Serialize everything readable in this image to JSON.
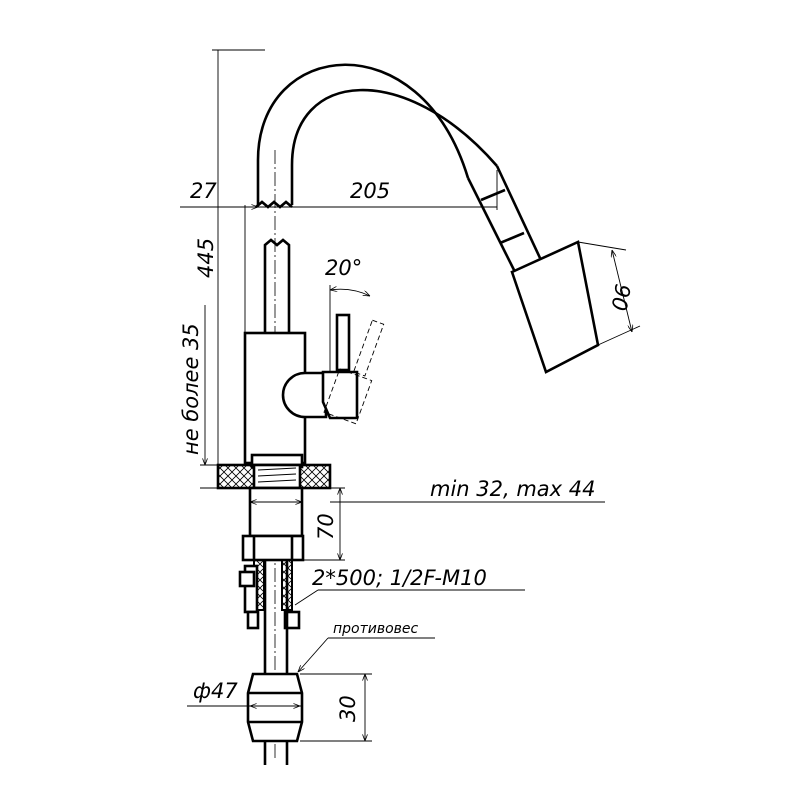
{
  "drawing": {
    "title": "Faucet with pull-out spout – dimensional drawing",
    "dimensions": {
      "spout_offset": "27",
      "spout_reach": "205",
      "total_height": "445",
      "lever_angle": "20°",
      "head_length": "90",
      "max_thickness_note": "не более 35",
      "countertop_range": "min 32, max 44",
      "stem_length": "70",
      "hoses_spec": "2*500; 1/2F-M10",
      "counterweight_label": "противовес",
      "counterweight_diameter": "ф47",
      "counterweight_height": "30"
    }
  }
}
